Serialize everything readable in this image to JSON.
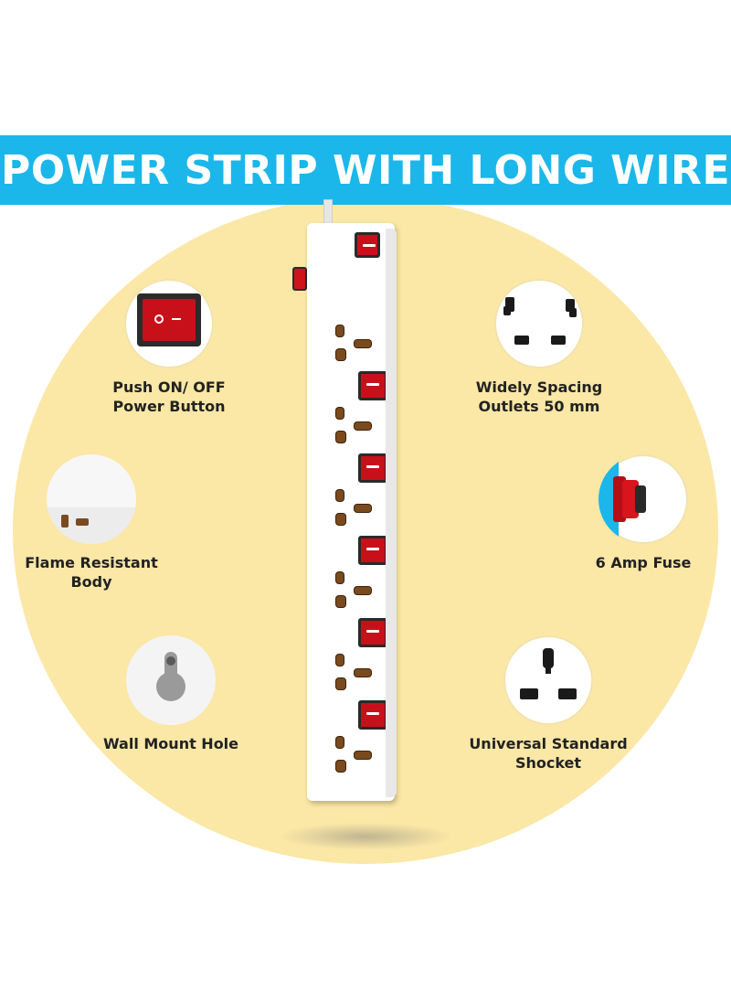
{
  "banner": {
    "title": "POWER STRIP WITH LONG WIRE"
  },
  "colors": {
    "banner": "#1bb7ea",
    "background_circle": "#fbe7a6",
    "switch_red": "#c8101a"
  },
  "features": {
    "push_button": {
      "label": "Push ON/ OFF\nPower Button",
      "icon": "rocker-switch-icon"
    },
    "outlets": {
      "label": "Widely Spacing\nOutlets 50 mm",
      "icon": "outlet-spacing-icon"
    },
    "flame": {
      "label": "Flame Resistant\nBody",
      "icon": "strip-body-icon"
    },
    "fuse": {
      "label": "6 Amp Fuse",
      "icon": "fuse-icon"
    },
    "wall_mount": {
      "label": "Wall Mount Hole",
      "icon": "keyhole-icon"
    },
    "universal": {
      "label": "Universal Standard\nShocket",
      "icon": "universal-socket-icon"
    }
  },
  "product": {
    "outlet_count": 6,
    "switch_count": 6
  }
}
